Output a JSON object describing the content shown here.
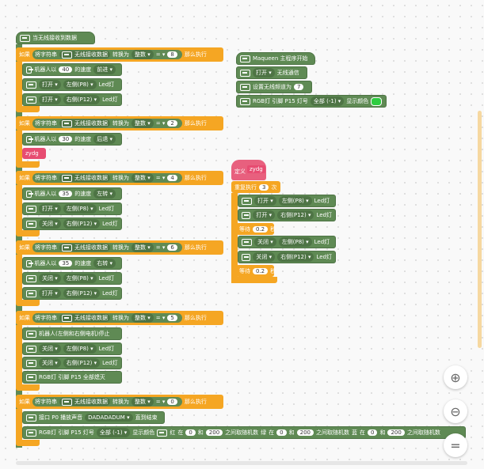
{
  "event_receive": "当无线接收到数据",
  "ifs": [
    {
      "kw": "如果",
      "cmp": "将字符串",
      "recv": "无线接收数据",
      "conv": "转换为",
      "type": "整数 ▾",
      "op": "= ▾",
      "num": "8",
      "then": "那么执行"
    },
    {
      "kw": "如果",
      "cmp": "将字符串",
      "recv": "无线接收数据",
      "conv": "转换为",
      "type": "整数 ▾",
      "op": "= ▾",
      "num": "2",
      "then": "那么执行"
    },
    {
      "kw": "如果",
      "cmp": "将字符串",
      "recv": "无线接收数据",
      "conv": "转换为",
      "type": "整数 ▾",
      "op": "= ▾",
      "num": "4",
      "then": "那么执行"
    },
    {
      "kw": "如果",
      "cmp": "将字符串",
      "recv": "无线接收数据",
      "conv": "转换为",
      "type": "整数 ▾",
      "op": "= ▾",
      "num": "6",
      "then": "那么执行"
    },
    {
      "kw": "如果",
      "cmp": "将字符串",
      "recv": "无线接收数据",
      "conv": "转换为",
      "type": "整数 ▾",
      "op": "= ▾",
      "num": "5",
      "then": "那么执行"
    },
    {
      "kw": "如果",
      "cmp": "将字符串",
      "recv": "无线接收数据",
      "conv": "转换为",
      "type": "整数 ▾",
      "op": "= ▾",
      "num": "0",
      "then": "那么执行"
    }
  ],
  "b1": {
    "a": "机器人以",
    "n": "40",
    "b": "的速度",
    "d": "前进 ▾"
  },
  "led_open_left": {
    "d": "打开 ▾",
    "side": "左侧(P8) ▾",
    "end": "Led灯"
  },
  "led_open_right": {
    "d": "打开 ▾",
    "side": "右侧(P12) ▾",
    "end": "Led灯"
  },
  "led_close_left": {
    "d": "关闭 ▾",
    "side": "左侧(P8) ▾",
    "end": "Led灯"
  },
  "led_close_right": {
    "d": "关闭 ▾",
    "side": "右侧(P12) ▾",
    "end": "Led灯"
  },
  "b2": {
    "a": "机器人以",
    "n": "30",
    "b": "的速度",
    "d": "后退 ▾"
  },
  "zydg": "zydg",
  "b3": {
    "a": "机器人以",
    "n": "35",
    "b": "的速度",
    "d": "左转 ▾"
  },
  "b4": {
    "a": "机器人以",
    "n": "35",
    "b": "的速度",
    "d": "右转 ▾"
  },
  "stop": "机器人(左侧和右侧电机)停止",
  "rgb_off": "RGB灯 引脚 P15 全部熄灭",
  "play": {
    "a": "接口 P0 播放声音",
    "d": "DADADADUM ▾",
    "b": "直到结束"
  },
  "rgb_rand": {
    "a": "RGB灯 引脚 P15 灯号",
    "d": "全部 (-1) ▾",
    "b": "显示颜色",
    "r": "红",
    "g": "绿",
    "bl": "蓝",
    "at": "在",
    "and": "和",
    "rng": "之间取随机数",
    "lo": "0",
    "hi": "200"
  },
  "main": {
    "title": "Maqueen 主程序开始",
    "radio": "打开 ▾",
    "radio_end": "无线通信",
    "group": "设置无线频道为",
    "group_n": "7",
    "rgb": "RGB灯 引脚 P15 灯号",
    "rgb_d": "全部 (-1) ▾",
    "rgb_show": "显示颜色",
    "color": "#2ecc40"
  },
  "func": {
    "def": "定义",
    "name": "zydg",
    "repeat": "重复执行",
    "times": "3",
    "times_end": "次",
    "wait": "等待",
    "wait_n": "0.2",
    "wait_unit": "秒"
  },
  "zoom": {
    "in": "⊕",
    "out": "⊖",
    "reset": "="
  }
}
